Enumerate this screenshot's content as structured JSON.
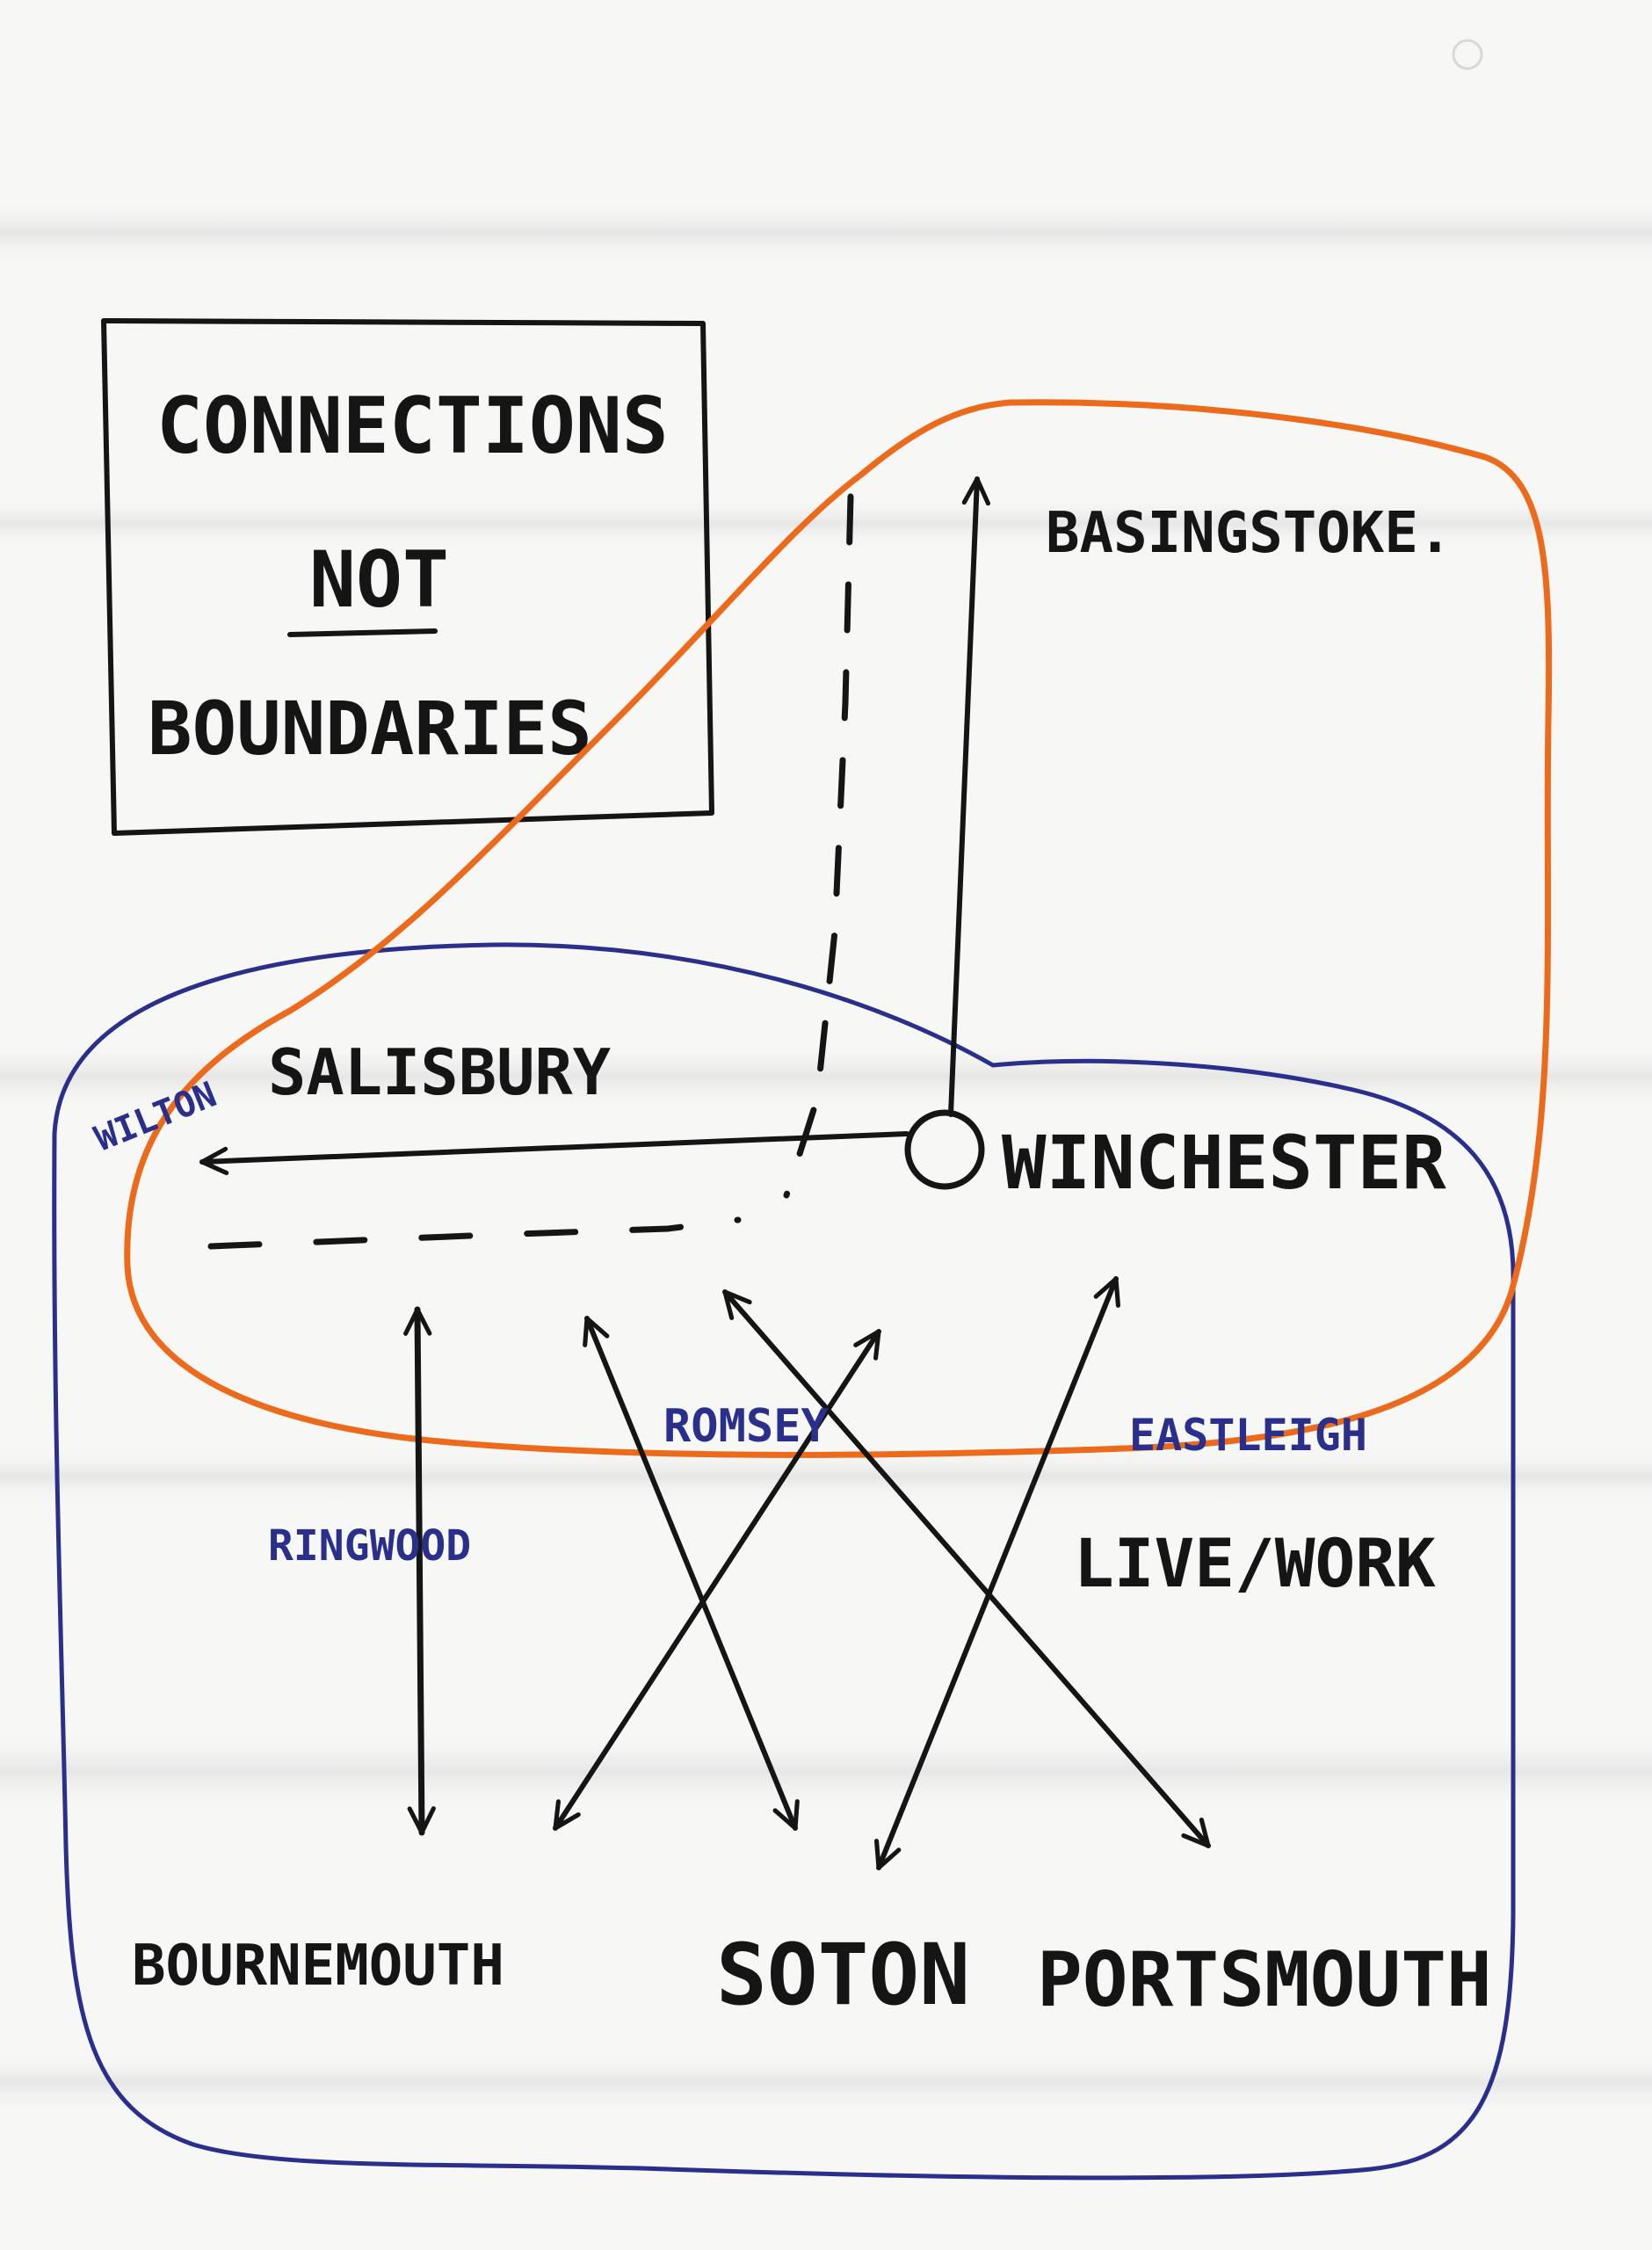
{
  "title_box": {
    "line1": "CONNECTIONS",
    "line2": "NOT",
    "line3": "BOUNDARIES"
  },
  "places": {
    "basingstoke": "BASINGSTOKE.",
    "salisbury": "SALISBURY",
    "wilton": "WILTON",
    "winchester": "WINCHESTER",
    "romsey": "ROMSEY",
    "ringwood": "RINGWOOD",
    "eastleigh": "EASTLEIGH",
    "live_work": "LIVE/WORK",
    "bournemouth": "BOURNEMOUTH",
    "soton": "SOTON",
    "portsmouth": "PORTSMOUTH"
  },
  "colors": {
    "paper": "#f7f7f6",
    "ink_black": "#151515",
    "ink_blue": "#2b2f8c",
    "ink_orange": "#ec6a1c"
  }
}
